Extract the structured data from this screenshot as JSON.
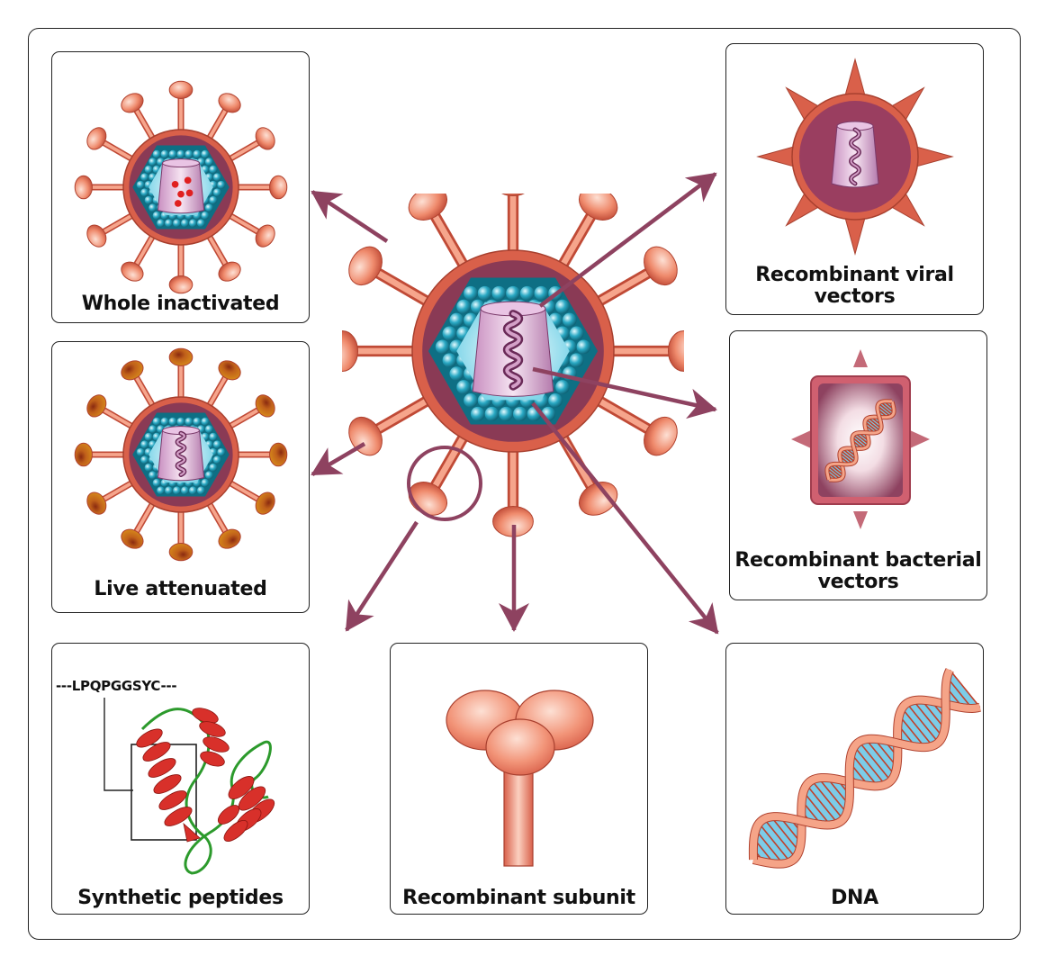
{
  "panels": {
    "whole_inactivated": {
      "caption": "Whole inactivated"
    },
    "live_attenuated": {
      "caption": "Live attenuated"
    },
    "synthetic_peptides": {
      "caption": "Synthetic peptides",
      "sequence": "---LPQPGGSYC---"
    },
    "recombinant_subunit": {
      "caption": "Recombinant subunit"
    },
    "dna": {
      "caption": "DNA"
    },
    "recombinant_viral_vectors": {
      "caption_line1": "Recombinant viral",
      "caption_line2": "vectors"
    },
    "recombinant_bacterial_vectors": {
      "caption_line1": "Recombinant bacterial",
      "caption_line2": "vectors"
    }
  },
  "colors": {
    "arrow": "#8e4260",
    "spike": "#ef8a6c",
    "envelope": "#d9604a",
    "matrix": "#8a3a55",
    "capsid_bead": "#2aa9c4",
    "core": "#e4b8de",
    "live_spike": "#d78a1a",
    "helix": "#d8302a",
    "loop": "#2c9a2c"
  }
}
